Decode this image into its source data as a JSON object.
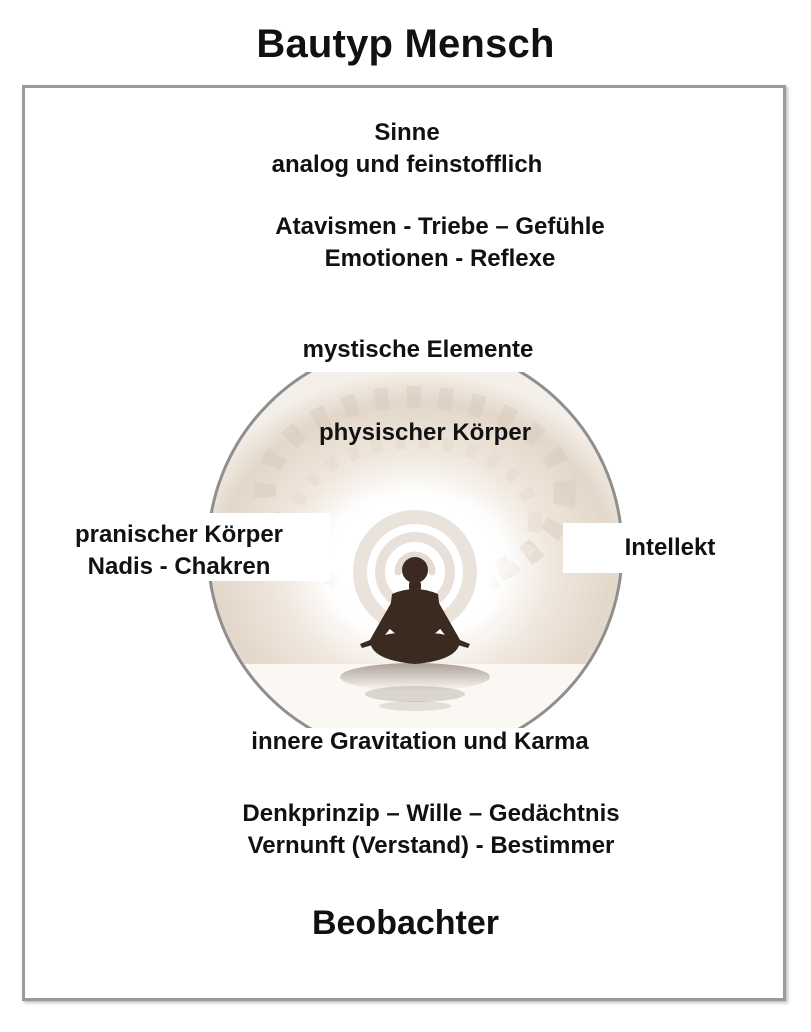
{
  "title": "Bautyp Mensch",
  "top": {
    "sinne_line1": "Sinne",
    "sinne_line2": "analog und feinstofflich",
    "atavismen_line1": "Atavismen - Triebe – Gefühle",
    "atavismen_line2": "Emotionen - Reflexe"
  },
  "circle": {
    "top_label": "mystische Elemente",
    "inner_label": "physischer Körper",
    "left_line1": "pranischer Körper",
    "left_line2": "Nadis - Chakren",
    "right_label": "Intellekt",
    "bottom_label": "innere Gravitation und Karma"
  },
  "bottom": {
    "denk_line1": "Denkprinzip – Wille – Gedächtnis",
    "denk_line2": "Vernunft (Verstand) - Bestimmer",
    "beobachter": "Beobachter"
  },
  "colors": {
    "frame": "#9a9a9a",
    "circle_stroke": "#8f8f8f",
    "figure": "#3b2a20",
    "glow": "#e9ddd0"
  },
  "icons": {
    "figure": "meditating-figure-icon",
    "spiral": "spiral-glow-icon"
  }
}
